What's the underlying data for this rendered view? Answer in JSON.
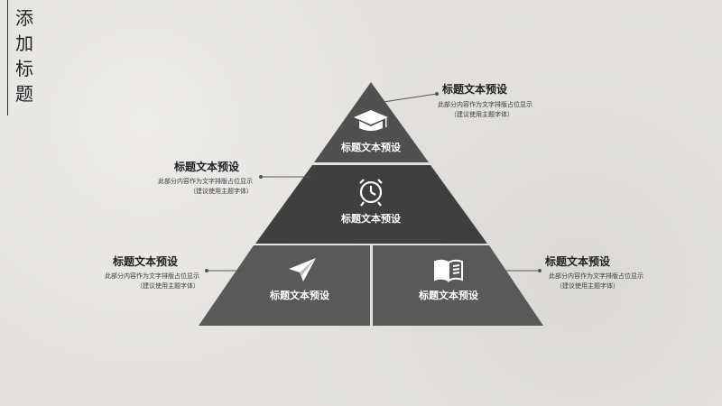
{
  "side_title": "添加标题",
  "pyramid": {
    "top_label": "标题文本预设",
    "middle_label": "标题文本预设",
    "bottom_left_label": "标题文本预设",
    "bottom_right_label": "标题文本预设"
  },
  "callouts": {
    "top_right": {
      "title": "标题文本预设",
      "line1": "此部分内容作为文字排版占位显示",
      "line2": "（建议使用主题字体）"
    },
    "middle_left": {
      "title": "标题文本预设",
      "line1": "此部分内容作为文字排版占位显示",
      "line2": "（建议使用主题字体）"
    },
    "bottom_left": {
      "title": "标题文本预设",
      "line1": "此部分内容作为文字排版占位显示",
      "line2": "（建议使用主题字体）"
    },
    "bottom_right": {
      "title": "标题文本预设",
      "line1": "此部分内容作为文字排版占位显示",
      "line2": "（建议使用主题字体）"
    }
  },
  "icons": {
    "top": "graduation-cap-icon",
    "middle": "alarm-clock-icon",
    "bottom_left": "paper-plane-icon",
    "bottom_right": "open-book-icon"
  },
  "colors": {
    "tier_top": "#505050",
    "tier_middle": "#3f3f3f",
    "tier_bottom": "#595959",
    "background": "#e3e2df",
    "divider": "#e8e8e8"
  }
}
